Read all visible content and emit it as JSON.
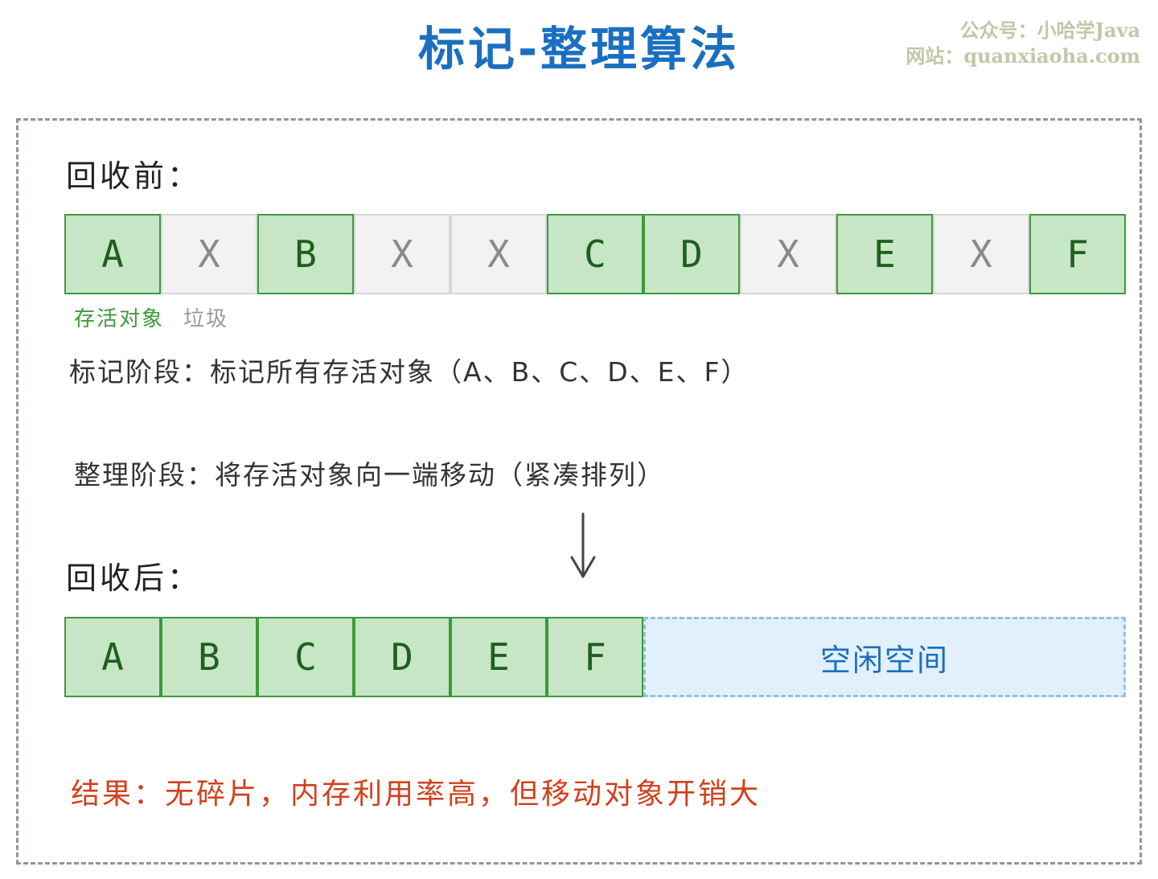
{
  "title": "标记-整理算法",
  "watermark": {
    "line1": "公众号：小哈学Java",
    "line2": "网站：quanxiaoha.com"
  },
  "before": {
    "heading": "回收前：",
    "cells": [
      {
        "label": "A",
        "kind": "live"
      },
      {
        "label": "X",
        "kind": "garbage"
      },
      {
        "label": "B",
        "kind": "live"
      },
      {
        "label": "X",
        "kind": "garbage"
      },
      {
        "label": "X",
        "kind": "garbage"
      },
      {
        "label": "C",
        "kind": "live"
      },
      {
        "label": "D",
        "kind": "live"
      },
      {
        "label": "X",
        "kind": "garbage"
      },
      {
        "label": "E",
        "kind": "live"
      },
      {
        "label": "X",
        "kind": "garbage"
      },
      {
        "label": "F",
        "kind": "live"
      }
    ]
  },
  "legend": {
    "live": "存活对象",
    "garbage": "垃圾"
  },
  "mark_phase": "标记阶段：标记所有存活对象（A、B、C、D、E、F）",
  "compact_phase": "整理阶段：将存活对象向一端移动（紧凑排列）",
  "after": {
    "heading": "回收后：",
    "cells": [
      {
        "label": "A",
        "kind": "live"
      },
      {
        "label": "B",
        "kind": "live"
      },
      {
        "label": "C",
        "kind": "live"
      },
      {
        "label": "D",
        "kind": "live"
      },
      {
        "label": "E",
        "kind": "live"
      },
      {
        "label": "F",
        "kind": "live"
      }
    ],
    "free_label": "空闲空间"
  },
  "result": "结果：无碎片，内存利用率高，但移动对象开销大"
}
